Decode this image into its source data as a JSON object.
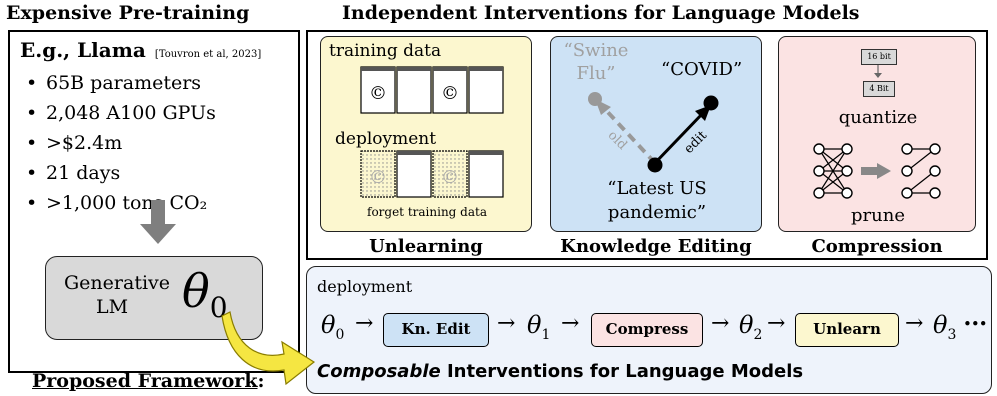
{
  "left_panel": {
    "header": "Expensive Pre-training",
    "model_title": "E.g., Llama",
    "citation": "[Touvron et al, 2023]",
    "bullets": [
      "65B parameters",
      "2,048 A100 GPUs",
      ">$2.4m",
      "21 days",
      ">1,000 tons CO₂"
    ],
    "lm_label_line1": "Generative",
    "lm_label_line2": "LM",
    "theta": "θ",
    "theta_sub": "0"
  },
  "top_panel": {
    "header": "Independent Interventions for Language Models",
    "unlearning": {
      "training_label": "training data",
      "deployment_label": "deployment",
      "forget_label": "forget training data",
      "copyright_symbol": "©",
      "caption": "Unlearning"
    },
    "editing": {
      "old_fact": "“Swine Flu”",
      "new_fact": "“COVID”",
      "edit_label": "edit",
      "old_label": "old",
      "query_line1": "“Latest US",
      "query_line2": "pandemic”",
      "caption": "Knowledge Editing"
    },
    "compression": {
      "bits_high": "16 bit",
      "bits_low": "4 Bit",
      "quantize_label": "quantize",
      "prune_label": "prune",
      "caption": "Compression"
    }
  },
  "bottom_panel": {
    "deployment_label": "deployment",
    "theta": "θ",
    "theta_subs": [
      "0",
      "1",
      "2",
      "3"
    ],
    "steps": [
      "Kn. Edit",
      "Compress",
      "Unlearn"
    ],
    "ellipsis": "•••",
    "framework_label": "Proposed Framework",
    "framework_colon": ":",
    "framework_title_emph": "Composable",
    "framework_title_rest": " Interventions for Language Models"
  },
  "colors": {
    "unlearning_bg": "#fcf7cf",
    "editing_bg": "#cde2f5",
    "compression_bg": "#fbe3e3",
    "bottom_bg": "#eef3fb",
    "lm_box_bg": "#d9d9d9",
    "step_edit_bg": "#cde2f5",
    "step_compress_bg": "#fbe3e3",
    "step_unlearn_bg": "#fcf7cf",
    "arrow_yellow": "#f5e642",
    "arrow_gray": "#7f7f7f"
  }
}
